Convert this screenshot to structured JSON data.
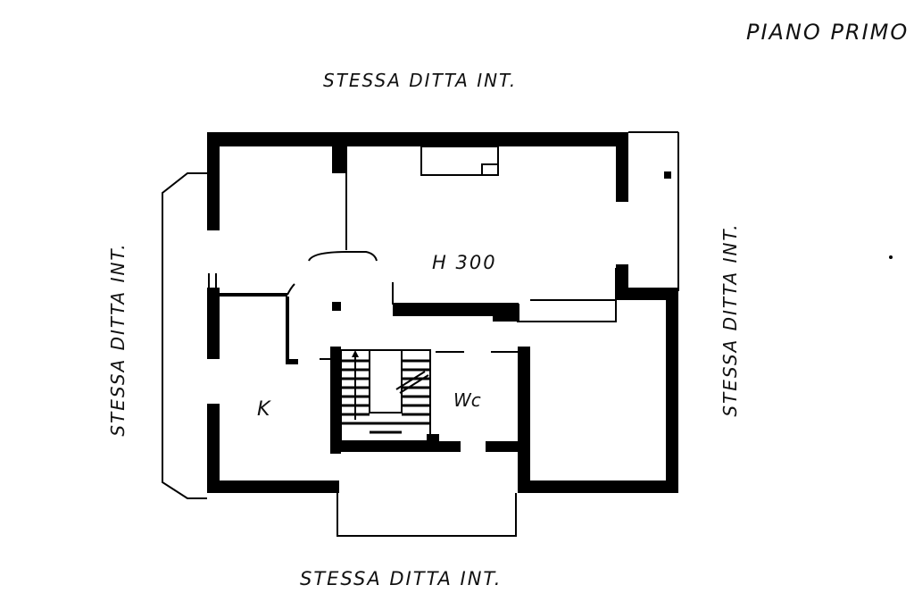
{
  "floor_title": "PIANO PRIMO",
  "neighbors": {
    "top": "STESSA DITTA INT.",
    "bottom": "STESSA DITTA INT.",
    "left": "STESSA DITTA INT.",
    "right": "STESSA DITTA INT."
  },
  "rooms": {
    "main_height": "H 300",
    "kitchen": "K",
    "wc": "Wc"
  }
}
